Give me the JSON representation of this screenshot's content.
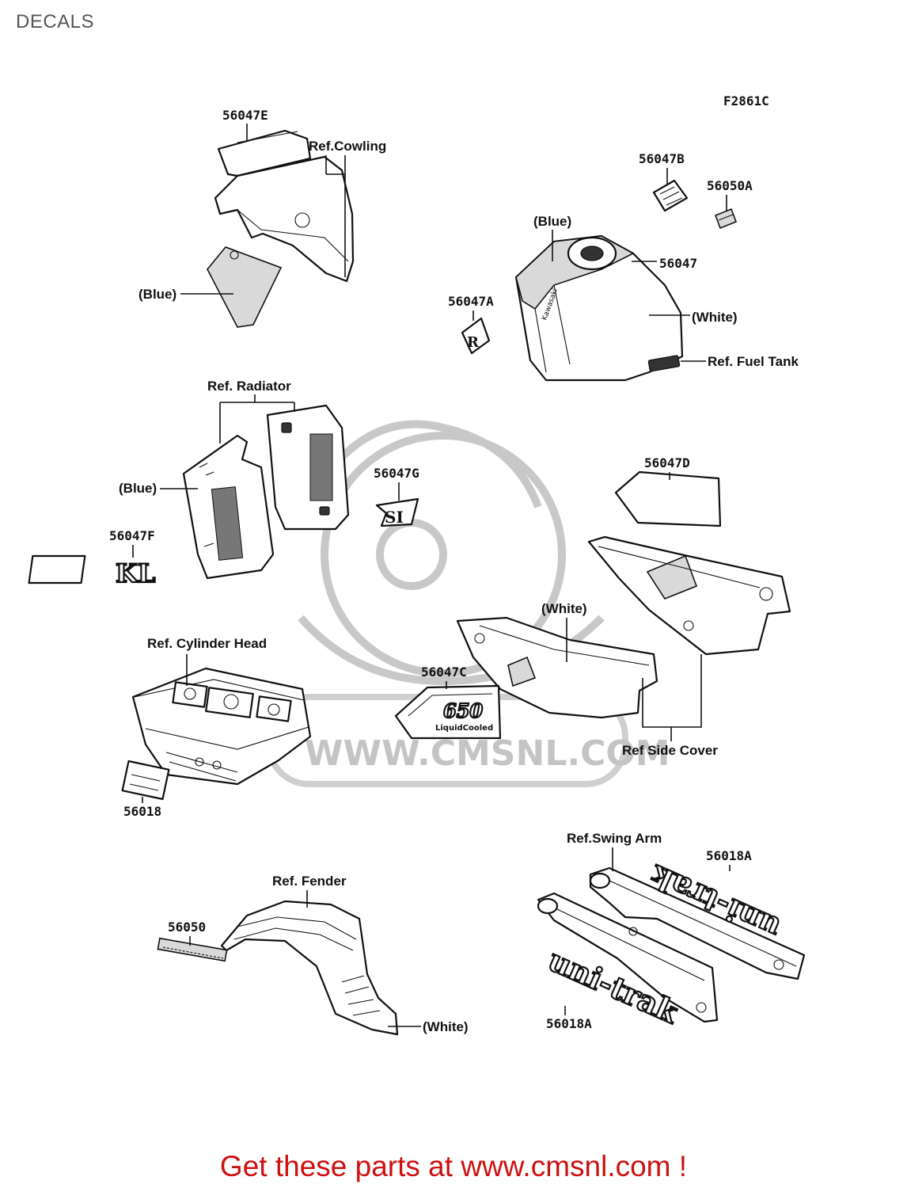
{
  "page": {
    "title": "DECALS",
    "figure_code": "F2861C",
    "footer": "Get these parts at www.cmsnl.com !"
  },
  "watermark": {
    "text": "WWW.CMSNL.COM"
  },
  "decal_texts": {
    "tank_brand": "Kawasaki",
    "side_cover_number": "650",
    "side_cover_sub": "LiquidCooled",
    "radiator_logo": "KL",
    "swing_arm_1": "uni-trak",
    "swing_arm_2": "uni-trak"
  },
  "labels": {
    "p56047E": "56047E",
    "ref_cowling": "Ref.Cowling",
    "blue_cowling": "(Blue)",
    "p56047B": "56047B",
    "p56050A": "56050A",
    "blue_tank": "(Blue)",
    "p56047": "56047",
    "p56047A": "56047A",
    "white_tank": "(White)",
    "ref_fuel_tank": "Ref. Fuel Tank",
    "ref_radiator": "Ref. Radiator",
    "blue_radiator": "(Blue)",
    "p56047F": "56047F",
    "p56047G": "56047G",
    "p56047D": "56047D",
    "white_side": "(White)",
    "ref_cylinder_head": "Ref. Cylinder Head",
    "p56047C": "56047C",
    "ref_side_cover": "Ref Side Cover",
    "p56018": "56018",
    "ref_swing_arm": "Ref.Swing Arm",
    "p56018A_top": "56018A",
    "ref_fender": "Ref. Fender",
    "p56050": "56050",
    "white_fender": "(White)",
    "p56018A_bottom": "56018A"
  }
}
